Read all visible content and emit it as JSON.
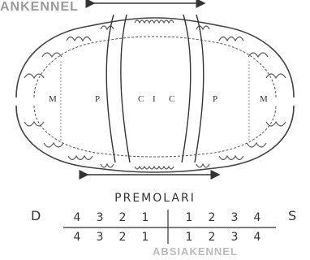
{
  "watermark_top": "ANKENNEL",
  "watermark_bottom": "ABSIAKENNEL",
  "regions": [
    "M",
    "P",
    "C",
    "I",
    "C",
    "P",
    "M"
  ],
  "caption": "PREMOLARI",
  "side_left": "D",
  "side_right": "S",
  "formula": {
    "top_left": [
      "4",
      "3",
      "2",
      "1"
    ],
    "top_right": [
      "1",
      "2",
      "3",
      "4"
    ],
    "bottom_left": [
      "4",
      "3",
      "2",
      "1"
    ],
    "bottom_right": [
      "1",
      "2",
      "3",
      "4"
    ]
  }
}
